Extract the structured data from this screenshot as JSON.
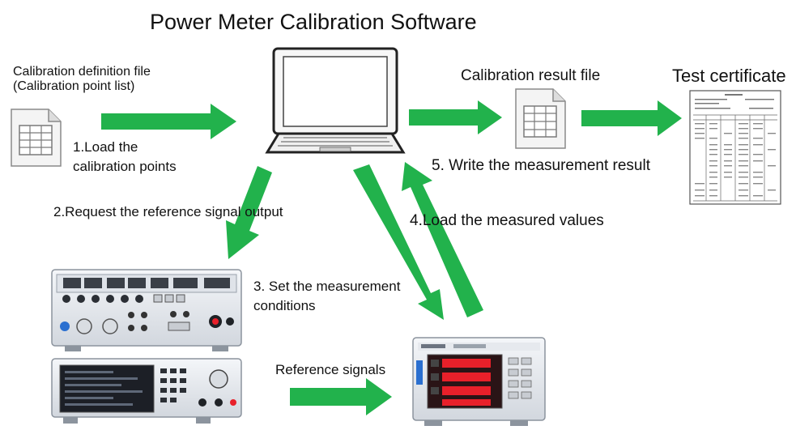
{
  "title": "Power Meter Calibration Software",
  "definition_file": {
    "line1": "Calibration definition file",
    "line2": "(Calibration point list)"
  },
  "result_file": "Calibration result file",
  "certificate": "Test certificate",
  "steps": {
    "load_points": {
      "line1": "1.Load the",
      "line2": "calibration points"
    },
    "request_output": "2.Request the reference signal output",
    "set_conditions": {
      "line1": "3. Set the measurement",
      "line2": "conditions"
    },
    "load_values": "4.Load the measured values",
    "write_result": "5. Write the measurement result"
  },
  "reference_signals": "Reference signals",
  "colors": {
    "arrow": "#22b24c",
    "device_panel": "#e6e9ee",
    "display_red": "#e8202a",
    "knob_blue": "#2a6fd0",
    "dark_screen": "#1c1f26"
  }
}
